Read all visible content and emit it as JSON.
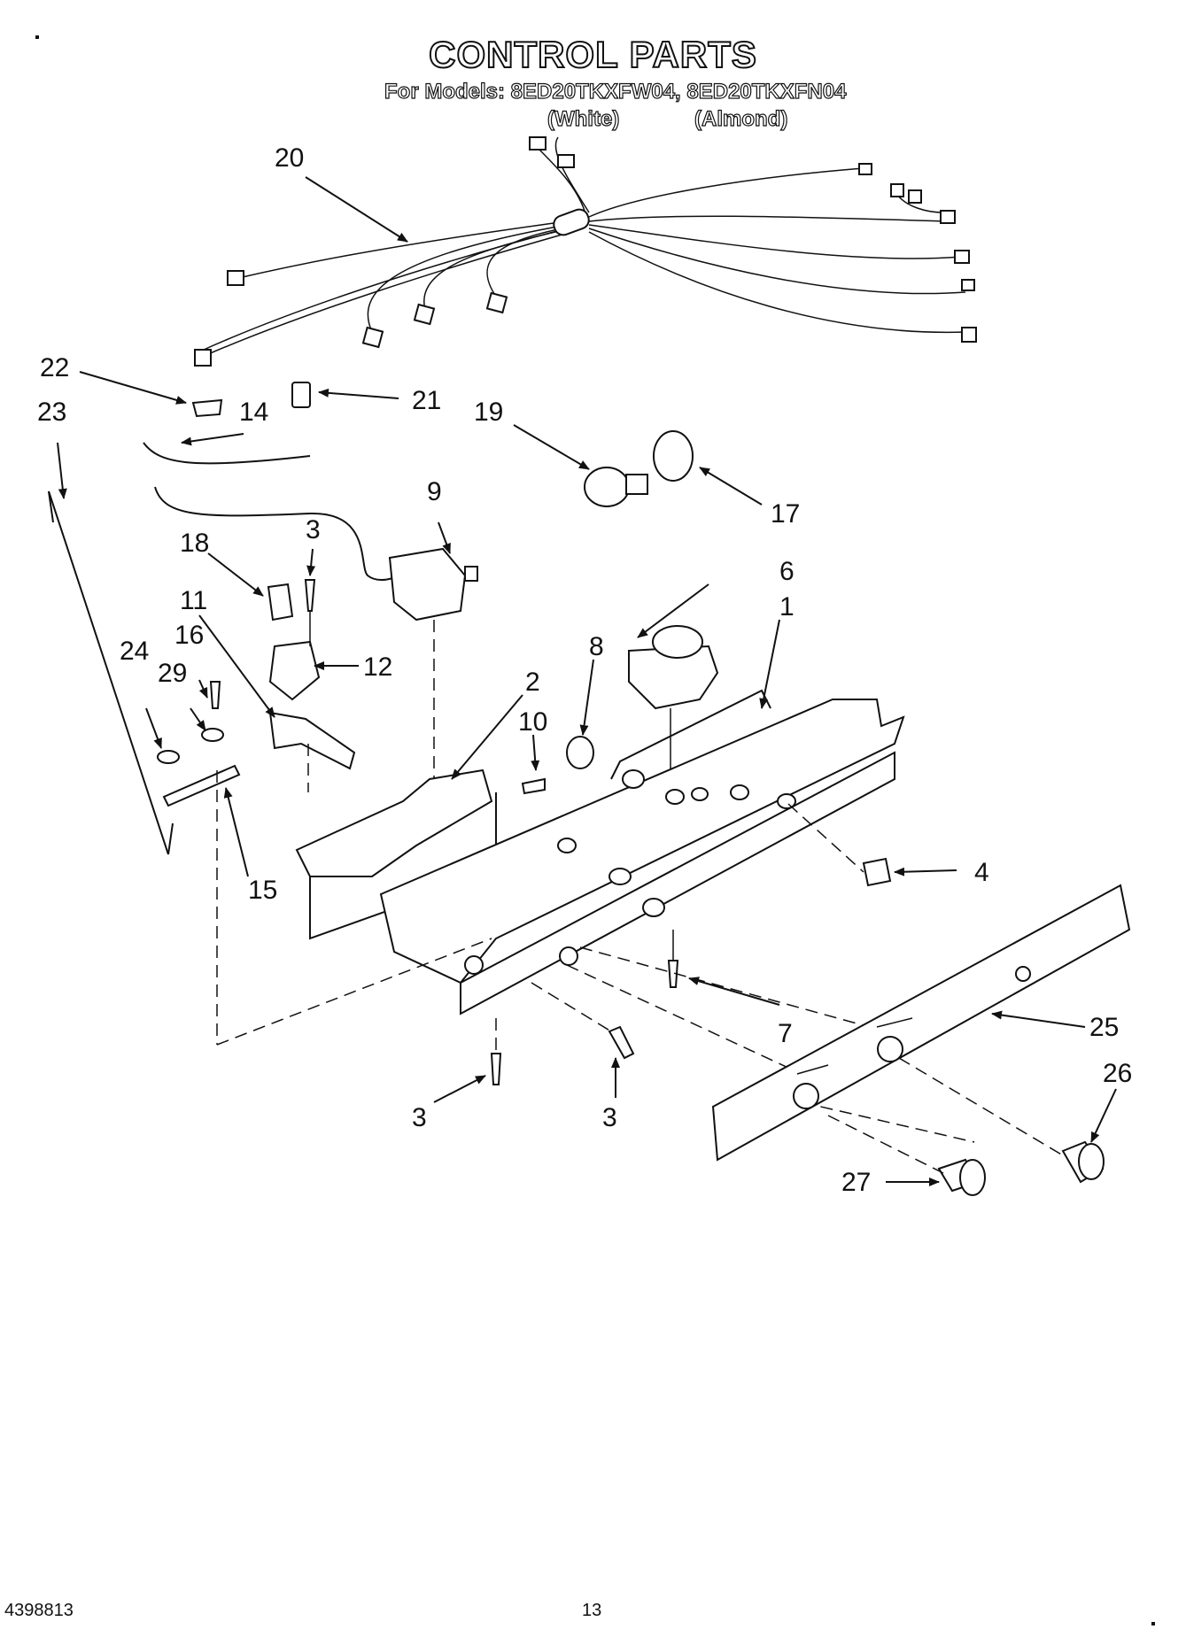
{
  "header": {
    "title": "CONTROL PARTS",
    "models_line": "For Models: 8ED20TKXFW04, 8ED20TKXFN04",
    "variant_white": "(White)",
    "variant_almond": "(Almond)"
  },
  "callouts": {
    "p1": "1",
    "p2": "2",
    "p3a": "3",
    "p3b": "3",
    "p3c": "3",
    "p4": "4",
    "p6": "6",
    "p7": "7",
    "p8": "8",
    "p9": "9",
    "p10": "10",
    "p11": "11",
    "p12": "12",
    "p14": "14",
    "p15": "15",
    "p16": "16",
    "p17": "17",
    "p18": "18",
    "p19": "19",
    "p20": "20",
    "p21": "21",
    "p22": "22",
    "p23": "23",
    "p24": "24",
    "p25": "25",
    "p26": "26",
    "p27": "27",
    "p29": "29"
  },
  "footer": {
    "doc_number": "4398813",
    "page_number": "13"
  }
}
